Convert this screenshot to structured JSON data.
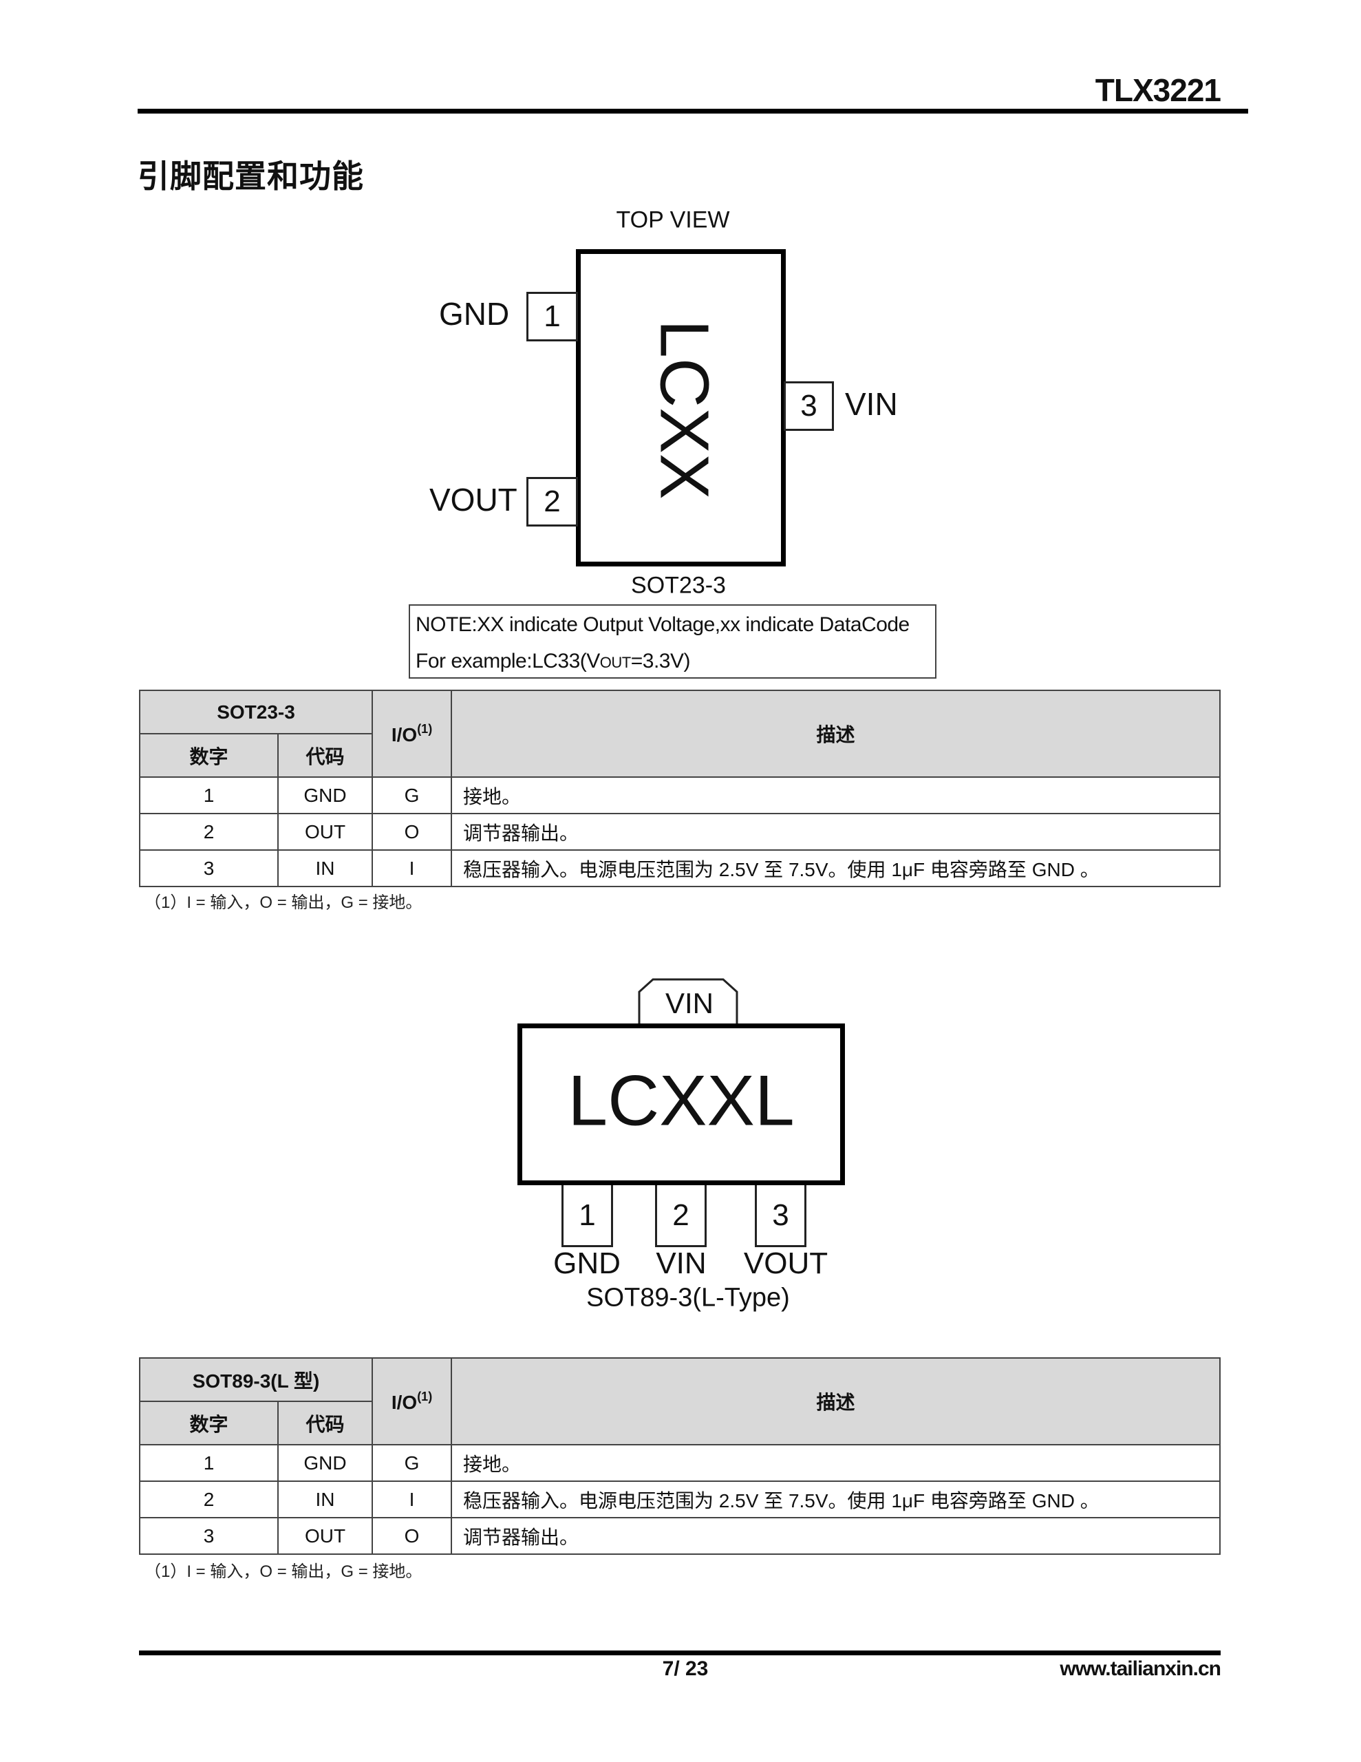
{
  "header": {
    "title": "TLX3221"
  },
  "section_title": "引脚配置和功能",
  "sot23_diagram": {
    "view_label": "TOP VIEW",
    "marking": "LCXX",
    "package_label": "SOT23-3",
    "pins": [
      {
        "number": "1",
        "name": "GND"
      },
      {
        "number": "2",
        "name": "VOUT"
      },
      {
        "number": "3",
        "name": "VIN"
      }
    ],
    "note": {
      "line1": "NOTE:XX indicate Output Voltage,xx indicate DataCode",
      "line2_prefix": "For example:LC33(V",
      "line2_sub": "OUT",
      "line2_suffix": "=3.3V)"
    }
  },
  "table1": {
    "package": "SOT23-3",
    "col_number": "数字",
    "col_code": "代码",
    "col_io": "I/O",
    "col_io_sup": "(1)",
    "col_desc": "描述",
    "rows": [
      {
        "num": "1",
        "code": "GND",
        "io": "G",
        "desc": "接地。"
      },
      {
        "num": "2",
        "code": "OUT",
        "io": "O",
        "desc": "调节器输出。"
      },
      {
        "num": "3",
        "code": "IN",
        "io": "I",
        "desc": "稳压器输入。电源电压范围为 2.5V 至 7.5V。使用 1μF 电容旁路至 GND 。"
      }
    ],
    "footnote": "（1）I = 输入，O = 输出，G = 接地。"
  },
  "sot89_diagram": {
    "tab_label": "VIN",
    "marking": "LCXXL",
    "package_label": "SOT89-3(L-Type)",
    "pins": [
      {
        "number": "1",
        "name": "GND"
      },
      {
        "number": "2",
        "name": "VIN"
      },
      {
        "number": "3",
        "name": "VOUT"
      }
    ]
  },
  "table2": {
    "package": "SOT89-3(L 型)",
    "col_number": "数字",
    "col_code": "代码",
    "col_io": "I/O",
    "col_io_sup": "(1)",
    "col_desc": "描述",
    "rows": [
      {
        "num": "1",
        "code": "GND",
        "io": "G",
        "desc": "接地。"
      },
      {
        "num": "2",
        "code": "IN",
        "io": "I",
        "desc": "稳压器输入。电源电压范围为 2.5V 至 7.5V。使用 1μF 电容旁路至 GND 。"
      },
      {
        "num": "3",
        "code": "OUT",
        "io": "O",
        "desc": "调节器输出。"
      }
    ],
    "footnote": "（1）I = 输入，O = 输出，G = 接地。"
  },
  "footer": {
    "page": "7/ 23",
    "website": "www.tailianxin.cn"
  }
}
